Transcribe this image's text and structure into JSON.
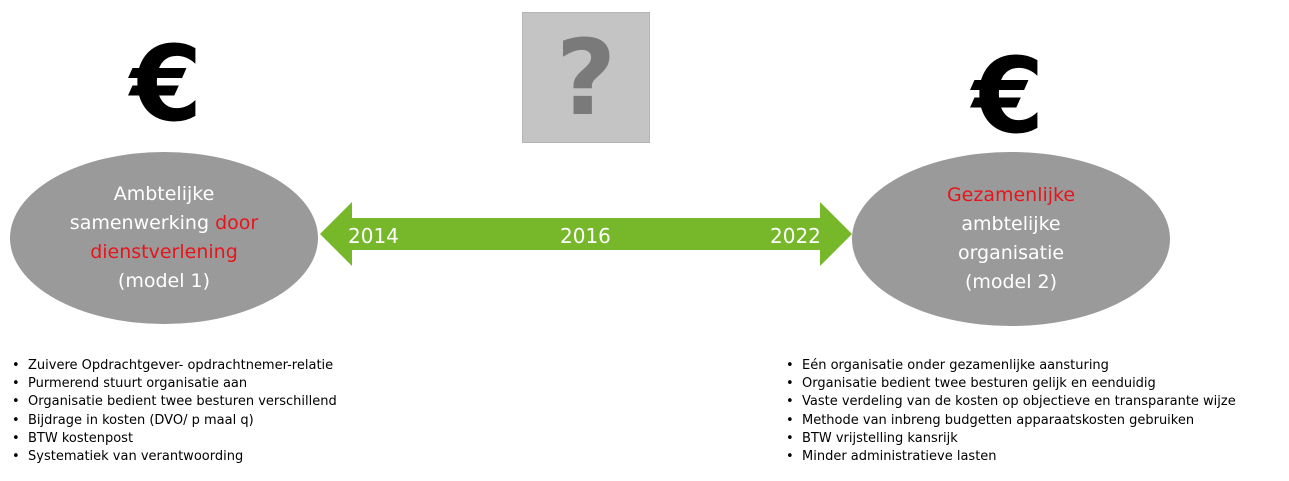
{
  "left": {
    "currency_symbol": "€",
    "ellipse_line1": "Ambtelijke",
    "ellipse_line2": "samenwerking",
    "ellipse_line2_highlight": "door",
    "ellipse_line3_highlight": "dienstverlening",
    "ellipse_line4": "(model 1)",
    "bullets": [
      "Zuivere Opdrachtgever- opdrachtnemer-relatie",
      "Purmerend stuurt organisatie aan",
      "Organisatie bedient twee besturen verschillend",
      "Bijdrage in kosten (DVO/ p maal q)",
      "BTW kostenpost",
      "Systematiek van verantwoording"
    ]
  },
  "center": {
    "question_mark": "?",
    "year_start": "2014",
    "year_middle": "2016",
    "year_end": "2022"
  },
  "right": {
    "currency_symbol": "€",
    "ellipse_line1_highlight": "Gezamenlijke",
    "ellipse_line2": "ambtelijke",
    "ellipse_line3": "organisatie",
    "ellipse_line4": "(model 2)",
    "bullets": [
      "Eén organisatie onder gezamenlijke aansturing",
      "Organisatie bedient twee besturen gelijk en eenduidig",
      "Vaste verdeling van de kosten op objectieve en transparante wijze",
      "Methode van inbreng budgetten apparaatskosten gebruiken",
      "BTW vrijstelling kansrijk",
      "Minder administratieve lasten"
    ]
  },
  "colors": {
    "highlight_red": "#e8141b",
    "arrow_green": "#76b82a",
    "ellipse_gray": "#9a9a9a",
    "question_box_gray": "#c4c4c4"
  },
  "icons": [
    "euro-icon",
    "question-mark-icon",
    "double-arrow-icon",
    "bullet-icon"
  ]
}
